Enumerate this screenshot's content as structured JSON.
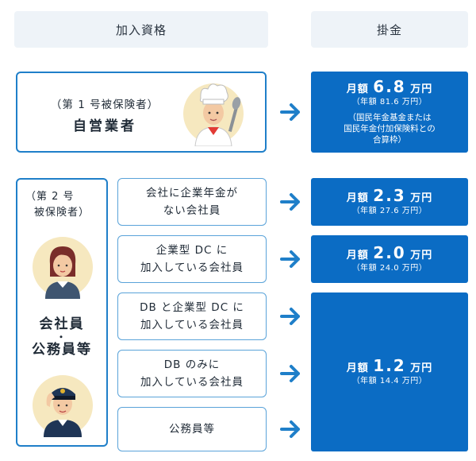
{
  "headers": {
    "eligibility": "加入資格",
    "contribution": "掛金"
  },
  "self_employed": {
    "category": "（第 1 号被保険者）",
    "title": "自営業者",
    "amount_prefix": "月額",
    "amount_value": "6.8",
    "amount_unit": "万円",
    "annual": "（年額 81.6 万円）",
    "note_line1": "（国民年金基金または",
    "note_line2": "国民年金付加保険料との",
    "note_line3": "合算枠）"
  },
  "employees": {
    "category_line1": "（第 2 号",
    "category_line2": "被保険者）",
    "title_line1": "会社員",
    "title_dot": "・",
    "title_line2": "公務員等"
  },
  "subcategories": [
    {
      "line1": "会社に企業年金が",
      "line2": "ない会社員"
    },
    {
      "line1": "企業型 DC に",
      "line2": "加入している会社員"
    },
    {
      "line1": "DB と企業型 DC に",
      "line2": "加入している会社員"
    },
    {
      "line1": "DB のみに",
      "line2": "加入している会社員"
    },
    {
      "line1": "公務員等",
      "line2": ""
    }
  ],
  "amounts": [
    {
      "prefix": "月額",
      "value": "2.3",
      "unit": "万円",
      "annual": "（年額 27.6 万円）"
    },
    {
      "prefix": "月額",
      "value": "2.0",
      "unit": "万円",
      "annual": "（年額 24.0 万円）"
    },
    {
      "prefix": "月額",
      "value": "1.2",
      "unit": "万円",
      "annual": "（年額 14.4 万円）"
    }
  ],
  "colors": {
    "accent": "#0b6cc4",
    "border": "#1f7fc9",
    "header_bg": "#eef3f8"
  }
}
